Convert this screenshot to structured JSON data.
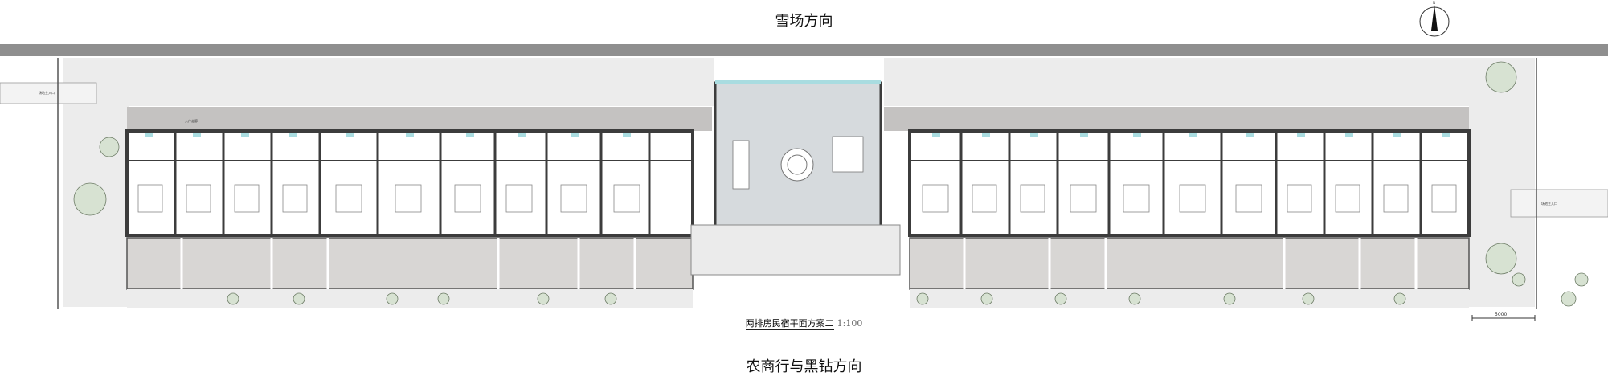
{
  "labels": {
    "top_direction": "雪场方向",
    "bottom_direction": "农商行与黑钻方向",
    "plan_title": "两排房民宿平面方案二",
    "plan_scale": "1:100",
    "scale_bar": "5000",
    "north": "N"
  },
  "colors": {
    "road": "#8f8f8f",
    "gravel": "#ececec",
    "corridor": "#c4c2c1",
    "wall": "#3c3c3c",
    "room": "#ffffff",
    "garden": "#d8d6d4",
    "tree": "#d7e2d2",
    "glass": "#a9dce0",
    "lobby": "#d6dadd"
  }
}
